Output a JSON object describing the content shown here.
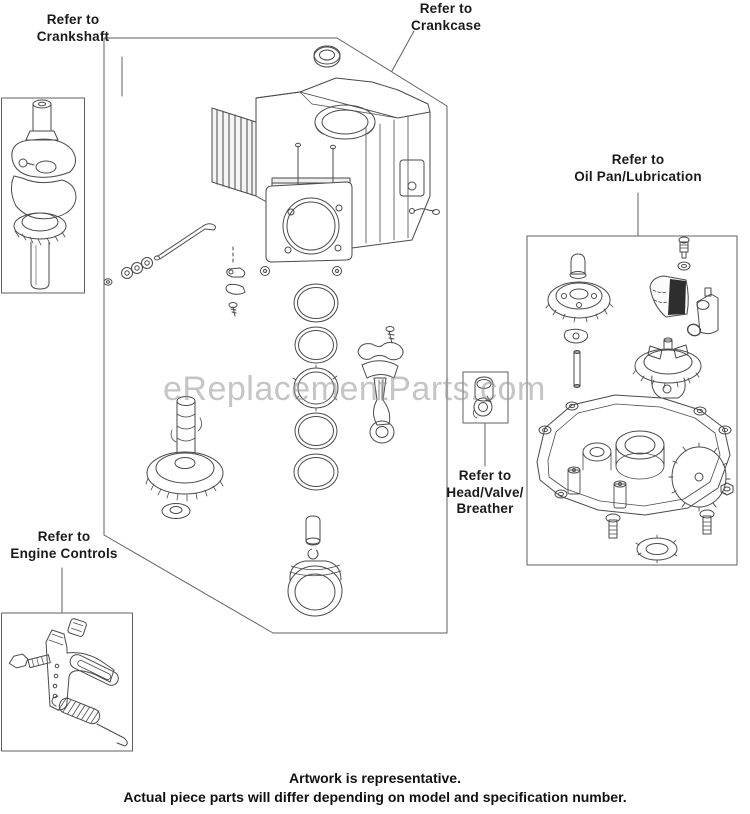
{
  "diagram": {
    "callouts": {
      "crankshaft": {
        "label": "Refer to\nCrankshaft"
      },
      "crankcase": {
        "label": "Refer to\nCrankcase"
      },
      "oil_pan": {
        "label": "Refer to\nOil Pan/Lubrication"
      },
      "head_valve_breather": {
        "label": "Refer to\nHead/Valve/\nBreather"
      },
      "engine_controls": {
        "label": "Refer to\nEngine Controls"
      }
    },
    "watermark": "eReplacementParts.com",
    "footer": {
      "line1": "Artwork is representative.",
      "line2": "Actual piece parts will differ depending on model and specification number."
    },
    "colors": {
      "line": "#4a4a4a",
      "box_border": "#5f5f5f",
      "label_text": "#1a1a1a",
      "watermark": "#969696",
      "background": "#ffffff"
    }
  }
}
